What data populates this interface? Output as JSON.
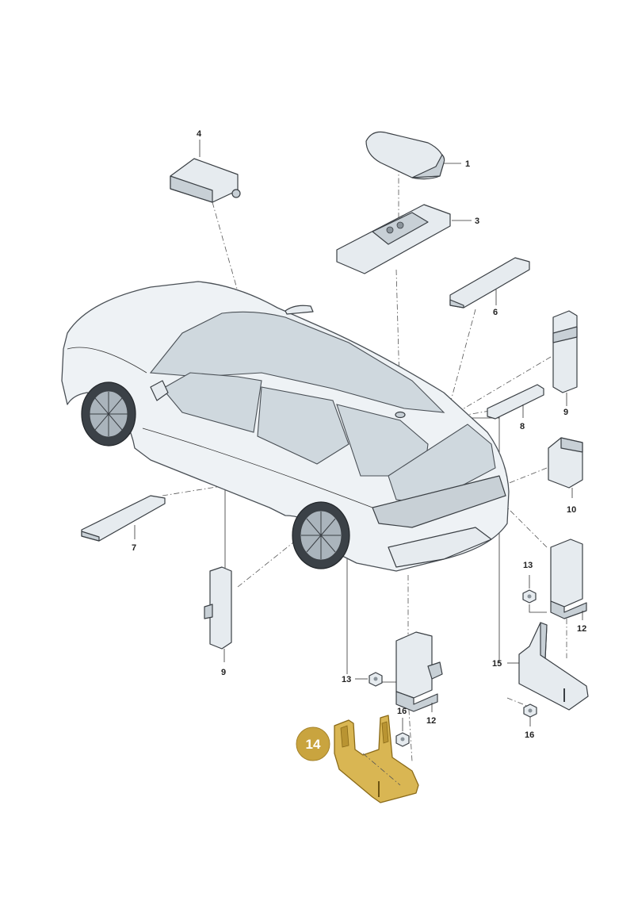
{
  "diagram": {
    "highlight_color": "#d4ae4a",
    "line_color": "#333333",
    "labels": {
      "p1": "1",
      "p3": "3",
      "p4": "4",
      "p6": "6",
      "p7": "7",
      "p8": "8",
      "p9_right": "9",
      "p9_left": "9",
      "p10": "10",
      "p12_right": "12",
      "p12_mid": "12",
      "p13_right": "13",
      "p13_mid": "13",
      "p14": "14",
      "p15": "15",
      "p16_mid": "16",
      "p16_right": "16"
    }
  }
}
